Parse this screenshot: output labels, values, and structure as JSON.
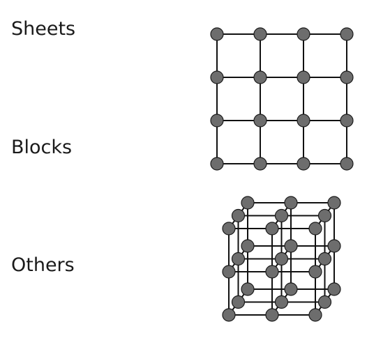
{
  "labels": {
    "sheets": "Sheets",
    "blocks": "Blocks",
    "others": "Others"
  },
  "colors": {
    "node_fill": "#6d6d6d",
    "node_stroke": "#1a1a1a",
    "edge": "#111111"
  },
  "structures": {
    "sheet_grid": {
      "rows": 4,
      "cols": 4
    },
    "cube_lattice": {
      "size": 3
    }
  }
}
